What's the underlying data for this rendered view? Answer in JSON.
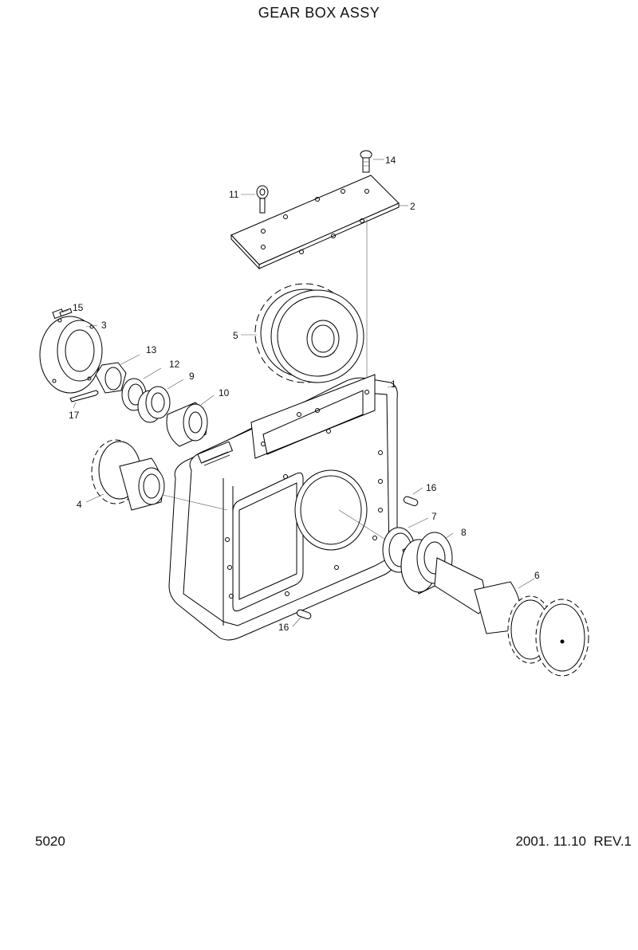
{
  "title": "GEAR BOX ASSY",
  "page_number": "5020",
  "date_revision": "2001. 11.10  REV.1",
  "callouts": {
    "c1": "1",
    "c2": "2",
    "c3": "3",
    "c4": "4",
    "c5": "5",
    "c6": "6",
    "c7": "7",
    "c8": "8",
    "c9": "9",
    "c10": "10",
    "c11": "11",
    "c12": "12",
    "c13": "13",
    "c14": "14",
    "c15": "15",
    "c16a": "16",
    "c16b": "16",
    "c17": "17"
  }
}
